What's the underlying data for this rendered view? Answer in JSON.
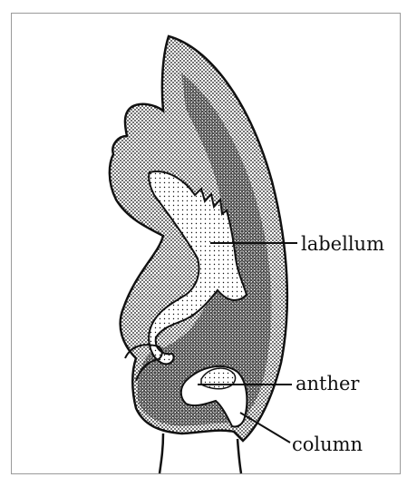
{
  "diagram": {
    "labels": {
      "labellum": "labellum",
      "anther": "anther",
      "column": "column"
    }
  },
  "colors": {
    "ink": "#111111",
    "frame": "#9a9a9a"
  }
}
